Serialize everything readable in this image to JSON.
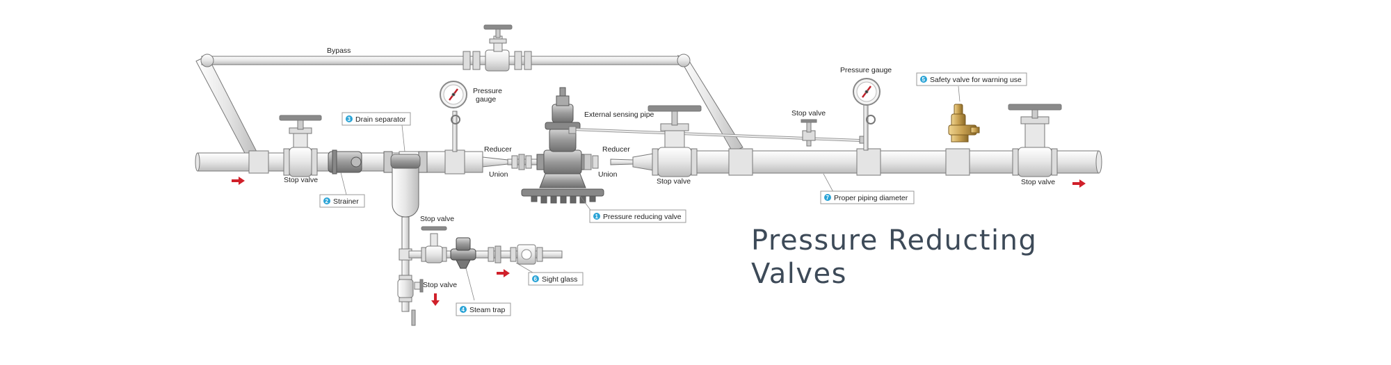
{
  "diagram": {
    "labels": {
      "bypass": "Bypass",
      "pressure_gauge_left": [
        "Pressure",
        "gauge"
      ],
      "pressure_gauge_right": "Pressure gauge",
      "external_sensing_pipe": "External sensing pipe",
      "stop_valve_main_left": "Stop valve",
      "stop_valve_mid": "Stop valve",
      "stop_valve_right": "Stop valve",
      "stop_valve_sensing": "Stop valve",
      "stop_valve_drain": "Stop valve",
      "stop_valve_bottom": "Stop valve",
      "reducer_left": "Reducer",
      "reducer_right": "Reducer",
      "union_left": "Union",
      "union_right": "Union"
    },
    "callouts": [
      {
        "number": "1",
        "text": "Pressure reducing valve"
      },
      {
        "number": "2",
        "text": "Strainer"
      },
      {
        "number": "3",
        "text": "Drain separator"
      },
      {
        "number": "4",
        "text": "Steam trap"
      },
      {
        "number": "5",
        "text": "Safety valve for warning use"
      },
      {
        "number": "6",
        "text": "Sight glass"
      },
      {
        "number": "7",
        "text": "Proper piping diameter"
      }
    ],
    "colors": {
      "pipe": "#eeeeee",
      "pipe_outline": "#777777",
      "callout_badge": "#29a3d6",
      "flow_arrow": "#d0202a",
      "brass": "#c8a050"
    },
    "icons": [
      "flow-arrow-icon",
      "pressure-gauge-icon",
      "valve-handwheel-icon"
    ]
  },
  "title": {
    "line1": "Pressure Reducting",
    "line2": "Valves"
  }
}
